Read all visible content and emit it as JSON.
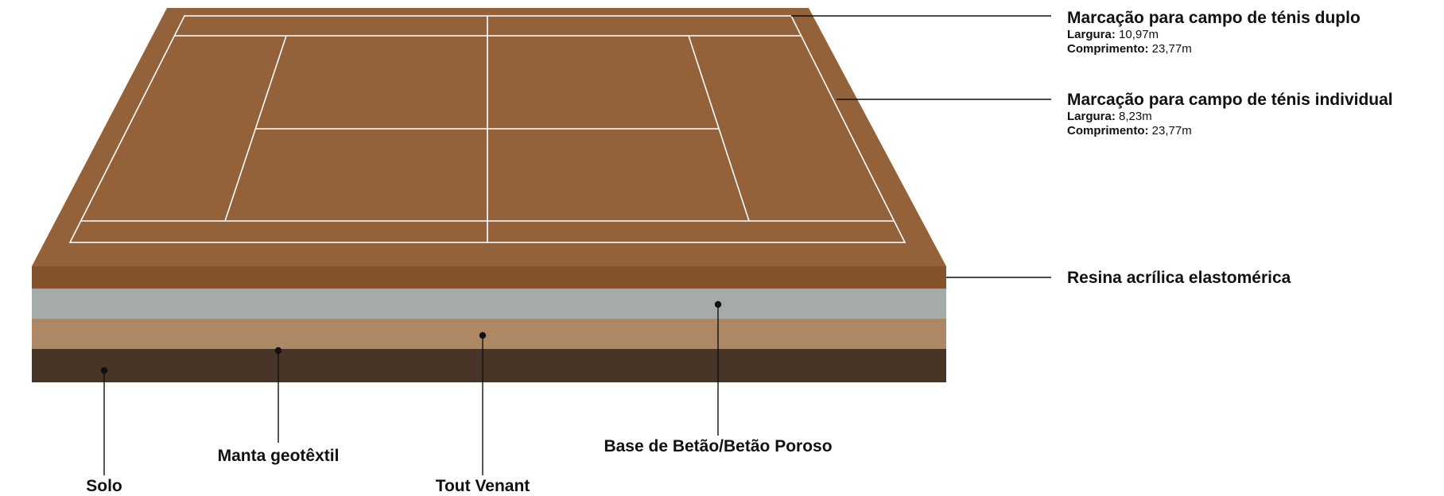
{
  "colors": {
    "court_surface": "#93623A",
    "surround": "#93623A",
    "court_lines": "#ffffff",
    "resin_layer": "#83532B",
    "concrete_layer": "#A5ABAA",
    "tout_venant_layer": "#AC8865",
    "soil_layer": "#463426",
    "leader_lines": "#111111"
  },
  "annotations": {
    "doubles": {
      "title": "Marcação para campo de ténis duplo",
      "width_label": "Largura:",
      "width_value": "10,97m",
      "length_label": "Comprimento:",
      "length_value": "23,77m"
    },
    "singles": {
      "title": "Marcação para campo de ténis individual",
      "width_label": "Largura:",
      "width_value": "8,23m",
      "length_label": "Comprimento:",
      "length_value": "23,77m"
    },
    "resin": {
      "title": "Resina acrílica elastomérica"
    }
  },
  "layers": {
    "concrete": "Base de Betão/Betão Poroso",
    "tout_venant": "Tout Venant",
    "geotextile": "Manta geotêxtil",
    "soil": "Solo"
  }
}
